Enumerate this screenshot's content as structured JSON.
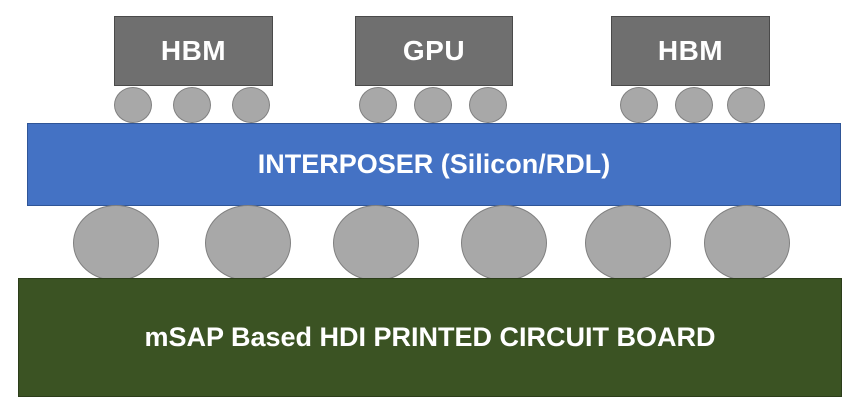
{
  "chips": [
    {
      "label": "HBM"
    },
    {
      "label": "GPU"
    },
    {
      "label": "HBM"
    }
  ],
  "interposer": {
    "label": "INTERPOSER (Silicon/RDL)"
  },
  "pcb": {
    "label": "mSAP Based HDI PRINTED CIRCUIT BOARD"
  },
  "colors": {
    "chip": "#6f6f6f",
    "bump": "#a8a8a8",
    "interposer": "#4472c4",
    "pcb": "#3b5323"
  }
}
